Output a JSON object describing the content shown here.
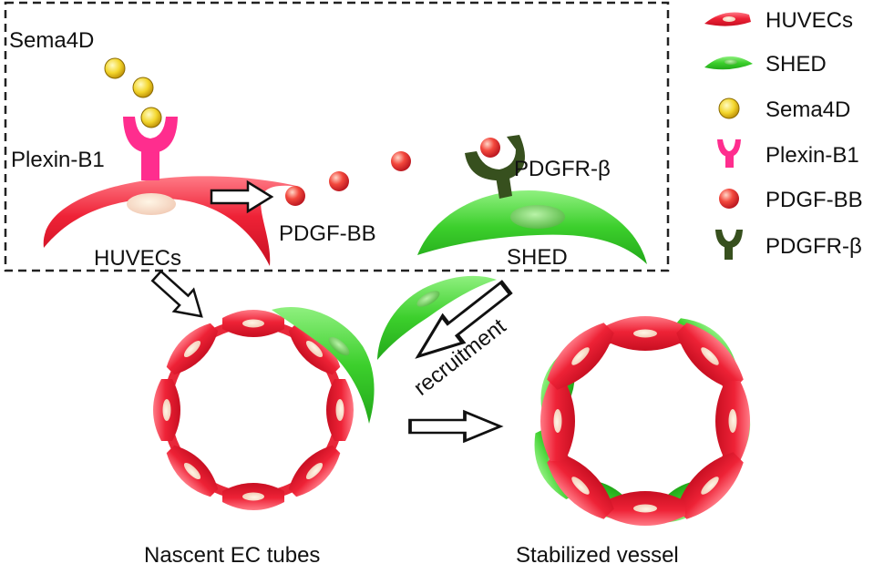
{
  "diagram": {
    "labels": {
      "sema4d": "Sema4D",
      "plexin_b1": "Plexin-B1",
      "pdgfr_b": "PDGFR-β",
      "pdgf_bb": "PDGF-BB",
      "huvecs": "HUVECs",
      "shed": "SHED",
      "recruitment": "recruitment",
      "nascent": "Nascent EC tubes",
      "stabilized": "Stabilized vessel"
    }
  },
  "legend": {
    "items": [
      {
        "label": "HUVECs",
        "icon": "huvec-cell-icon"
      },
      {
        "label": "SHED",
        "icon": "shed-cell-icon"
      },
      {
        "label": "Sema4D",
        "icon": "sema4d-ball-icon"
      },
      {
        "label": "Plexin-B1",
        "icon": "plexin-receptor-icon"
      },
      {
        "label": "PDGF-BB",
        "icon": "pdgf-ball-icon"
      },
      {
        "label": "PDGFR-β",
        "icon": "pdgfr-receptor-icon"
      }
    ]
  },
  "colors": {
    "huvec_red": "#e8283a",
    "shed_green": "#3ccf2c",
    "sema4d_gold": "#e8c21a",
    "plexin_magenta": "#ff2d8e",
    "pdgf_red": "#f0403a",
    "pdgfr_darkgreen": "#37501e"
  }
}
